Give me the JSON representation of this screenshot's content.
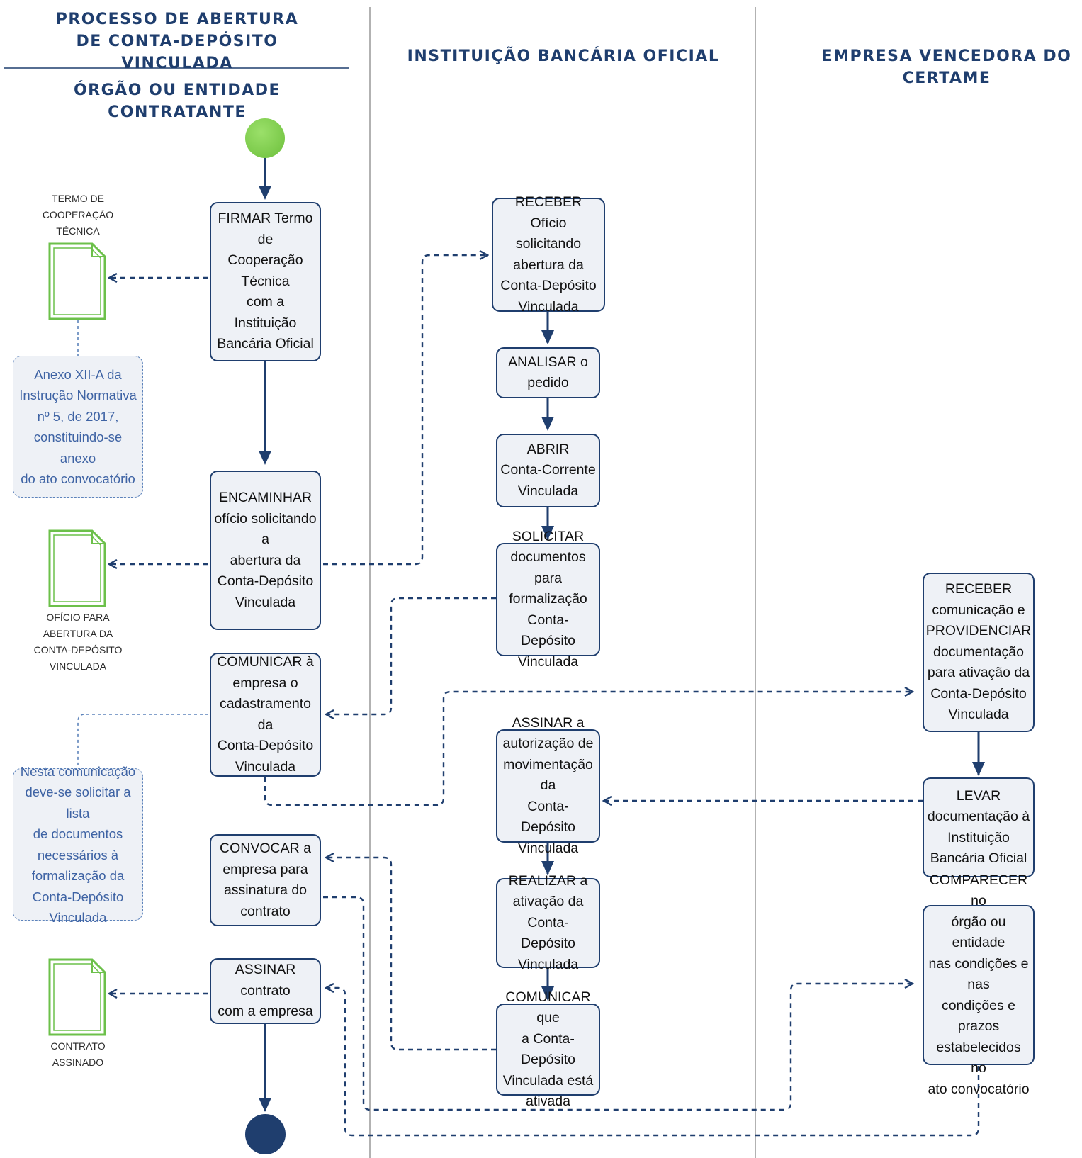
{
  "headers": {
    "process_title": "PROCESSO DE ABERTURA\nDE CONTA-DEPÓSITO VINCULADA",
    "lane_contratante": "ÓRGÃO OU ENTIDADE CONTRATANTE",
    "lane_banco": "INSTITUIÇÃO BANCÁRIA OFICIAL",
    "lane_empresa": "EMPRESA VENCEDORA DO CERTAME"
  },
  "contratante": {
    "firmar": "FIRMAR Termo de\nCooperação Técnica\ncom a Instituição\nBancária Oficial",
    "encaminhar": "ENCAMINHAR\nofício solicitando a\nabertura da\nConta-Depósito\nVinculada",
    "comunicar": "COMUNICAR à\nempresa o\ncadastramento da\nConta-Depósito\nVinculada",
    "convocar": "CONVOCAR a\nempresa para\nassinatura do\ncontrato",
    "assinar": "ASSINAR contrato\ncom a empresa"
  },
  "banco": {
    "receber": "RECEBER Ofício\nsolicitando\nabertura da\nConta-Depósito\nVinculada",
    "analisar": "ANALISAR o\npedido",
    "abrir": "ABRIR\nConta-Corrente\nVinculada",
    "solicitar": "SOLICITAR\ndocumentos para\nformalização\nConta-Depósito\nVinculada",
    "assinar_autorizacao": "ASSINAR a\nautorização de\nmovimentação da\nConta-Depósito\nVinculada",
    "realizar": "REALIZAR a\nativação da\nConta-Depósito\nVinculada",
    "comunicar_ativada": "COMUNICAR que\na Conta-Depósito\nVinculada está\nativada"
  },
  "empresa": {
    "receber_comunicacao": "RECEBER\ncomunicação e\nPROVIDENCIAR\ndocumentação\npara ativação da\nConta-Depósito\nVinculada",
    "levar": "LEVAR\ndocumentação à\nInstituição\nBancária Oficial",
    "comparecer": "COMPARECER no\nórgão ou entidade\nnas condições e nas\ncondições e prazos\nestabelecidos no\nato convocatório"
  },
  "documents": {
    "termo": "TERMO DE\nCOOPERAÇÃO\nTÉCNICA",
    "oficio": "OFÍCIO PARA\nABERTURA DA\nCONTA-DEPÓSITO\nVINCULADA",
    "contrato": "CONTRATO\nASSINADO"
  },
  "notes": {
    "anexo": "Anexo XII-A da\nInstrução Normativa\nnº 5, de 2017,\nconstituindo-se anexo\ndo ato convocatório",
    "comunicacao": "Nesta comunicação\ndeve-se solicitar a lista\nde documentos\nnecessários à\nformalização da\nConta-Depósito\nVinculada"
  },
  "colors": {
    "navy": "#1f3e6e",
    "box_fill": "#eef1f6",
    "note_text": "#3e63a4",
    "doc_green": "#6cc04a",
    "start_green": "#7ac943",
    "end_navy": "#1f3e6e"
  }
}
